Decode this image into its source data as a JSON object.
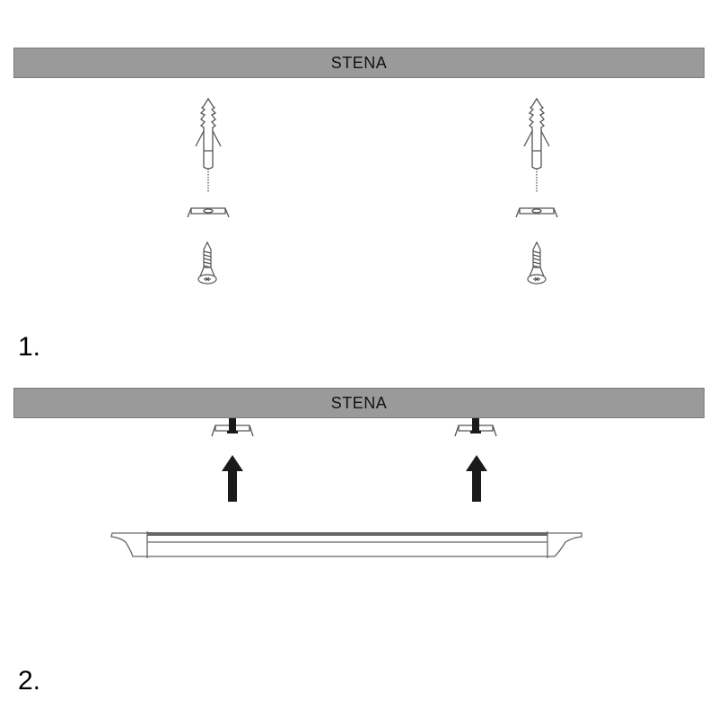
{
  "steps": [
    {
      "number": "1.",
      "wall_label": "STENA",
      "parts": [
        "wall-plug",
        "mounting-clip",
        "screw"
      ],
      "positions": [
        "left",
        "right"
      ]
    },
    {
      "number": "2.",
      "wall_label": "STENA",
      "parts": [
        "mounted-clip",
        "up-arrow",
        "led-profile"
      ],
      "positions": [
        "left",
        "right"
      ]
    }
  ],
  "colors": {
    "wall_fill": "#9a9a9a",
    "wall_border": "#7a7a7a",
    "line": "#555555",
    "arrow": "#1a1a1a"
  }
}
